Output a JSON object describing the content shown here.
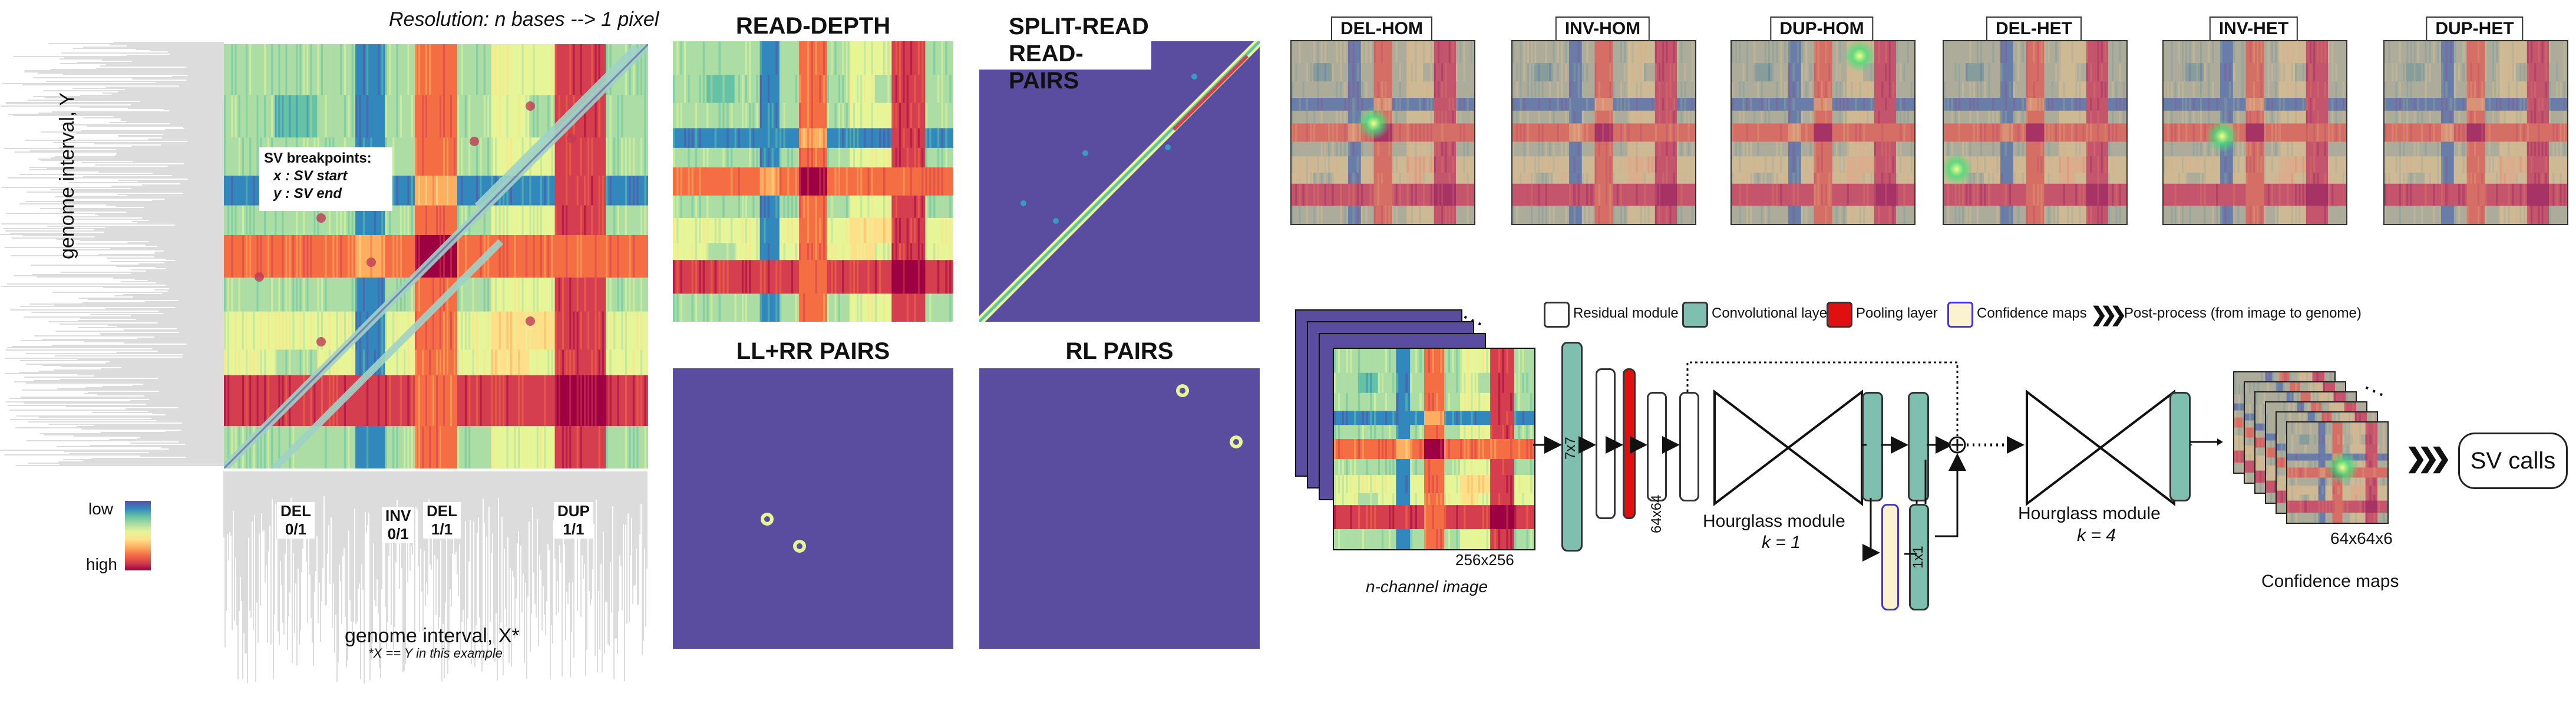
{
  "left_panel": {
    "resolution_text": "Resolution: n bases --> 1 pixel",
    "y_axis_label": "genome interval, Y",
    "x_axis_label": "genome interval, X*",
    "x_axis_footnote": "*X == Y in this example",
    "breakpoints_box": {
      "title": "SV breakpoints:",
      "line1": "x : SV start",
      "line2": "y : SV end"
    },
    "colorbar": {
      "low": "low",
      "high": "high"
    },
    "sv_labels": [
      {
        "name": "DEL",
        "genotype": "0/1"
      },
      {
        "name": "INV",
        "genotype": "0/1"
      },
      {
        "name": "DEL",
        "genotype": "1/1"
      },
      {
        "name": "DUP",
        "genotype": "1/1"
      }
    ]
  },
  "channels": [
    {
      "title": "READ-DEPTH"
    },
    {
      "title": "SPLIT-READ READ-PAIRS"
    },
    {
      "title": "LL+RR PAIRS"
    },
    {
      "title": "RL PAIRS"
    }
  ],
  "confidence_labels": [
    "DEL-HOM",
    "INV-HOM",
    "DUP-HOM",
    "DEL-HET",
    "INV-HET",
    "DUP-HET"
  ],
  "architecture": {
    "legend": [
      {
        "label": "Residual module",
        "color": "#ffffff"
      },
      {
        "label": "Convolutional layer",
        "color": "#7fbfb0"
      },
      {
        "label": "Pooling layer",
        "color": "#e01010"
      },
      {
        "label": "Confidence maps",
        "color": "#fbf2cf"
      },
      {
        "label": "Post-process (from image to genome)",
        "color": ""
      }
    ],
    "input_label": "n-channel image",
    "input_size": "256x256",
    "conv_size": "7x7",
    "res_size": "64x64",
    "hourglass1_label": "Hourglass module",
    "hourglass1_k": "k = 1",
    "conv1x1": "1x1",
    "hourglass4_label": "Hourglass module",
    "hourglass4_k": "k = 4",
    "output_size": "64x64x6",
    "output_label": "Confidence maps",
    "sv_calls": "SV calls"
  }
}
